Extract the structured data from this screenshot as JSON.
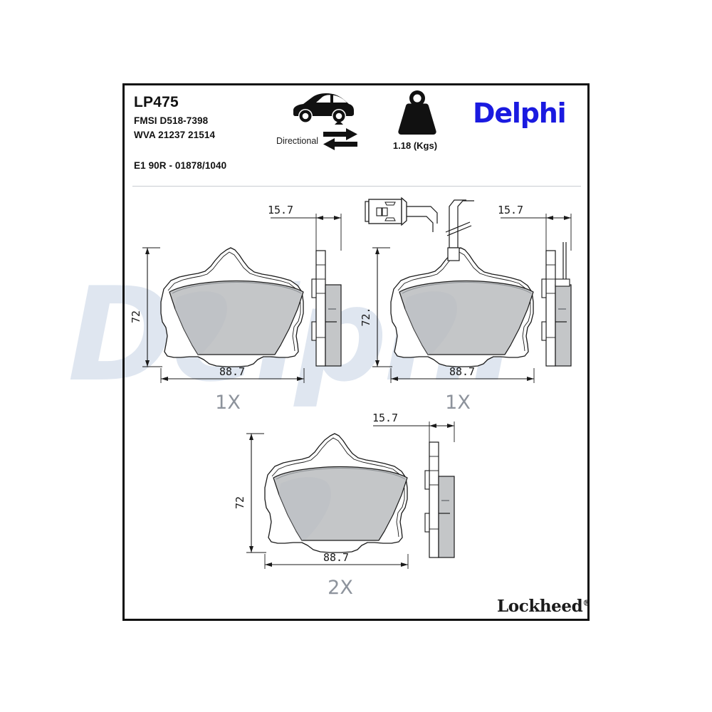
{
  "product": {
    "part_number": "LP475",
    "fmsi_code": "FMSI D518-7398",
    "wva_code": "WVA 21237 21514",
    "approval": "E1 90R - 01878/1040",
    "brand": "Delphi",
    "secondary_brand": "Lockheed",
    "registered_mark": "®"
  },
  "icons": {
    "car": "car-icon",
    "axle_marker": "axle-triangle-marker",
    "directional_label": "Directional",
    "directional_arrows": "directional-arrows-icon",
    "weight": "weight-icon",
    "weight_value": "1.18 (Kgs)"
  },
  "watermark": {
    "text": "Delphi",
    "color": "#dfe6f0"
  },
  "colors": {
    "brand_blue": "#1a1ae0",
    "frame": "#111111",
    "friction_material": "#c4c6c8",
    "friction_shade": "#b4b8bc",
    "backing_plate": "#ffffff",
    "dimension_line": "#1a1a1a",
    "quantity_label": "#8d939c",
    "divider": "#c9ccd2"
  },
  "views": [
    {
      "id": "view-1",
      "name": "front-pad-plain-left",
      "quantity_label": "1X",
      "dimensions": {
        "height": "72",
        "width": "88.7",
        "thickness": "15.7"
      },
      "has_wear_sensor": false
    },
    {
      "id": "view-2",
      "name": "front-pad-with-wear-sensor",
      "quantity_label": "1X",
      "dimensions": {
        "height": "72.",
        "width": "88.7",
        "thickness": "15.7"
      },
      "has_wear_sensor": true,
      "sensor": {
        "name": "wear-indicator-connector",
        "cable": "wear-sensor-cable"
      }
    },
    {
      "id": "view-3",
      "name": "rear-pad-plain",
      "quantity_label": "2X",
      "dimensions": {
        "height": "72",
        "width": "88.7",
        "thickness": "15.7"
      },
      "has_wear_sensor": false
    }
  ]
}
